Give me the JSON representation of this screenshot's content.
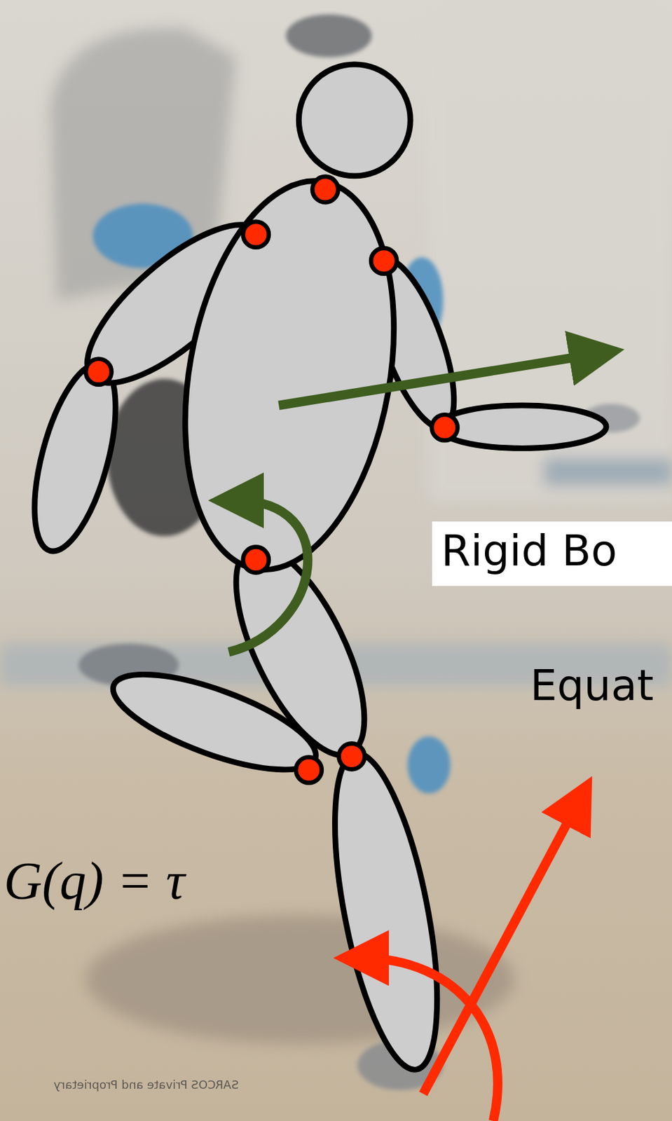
{
  "diagram": {
    "nodes": [
      {
        "text": [
          "Rigid Bo"
        ]
      }
    ],
    "labels": [
      "Equat",
      "G(q) = τ",
      "SARCOS Private and Proprietary"
    ]
  }
}
